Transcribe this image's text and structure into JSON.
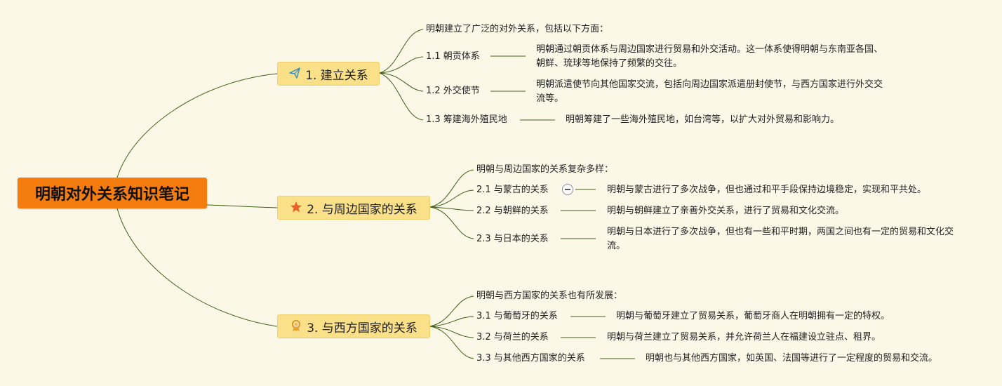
{
  "root": {
    "label": "明朝对外关系知识笔记"
  },
  "branches": [
    {
      "icon": "paper-plane-icon",
      "label": "1. 建立关系",
      "intro": "明朝建立了广泛的对外关系，包括以下方面：",
      "items": [
        {
          "label": "1.1 朝贡体系",
          "detail": "明朝通过朝贡体系与周边国家进行贸易和外交活动。这一体系使得明朝与东南亚各国、朝鲜、琉球等地保持了频繁的交往。"
        },
        {
          "label": "1.2 外交使节",
          "detail": "明朝派遣使节向其他国家交流，包括向周边国家派遣册封使节，与西方国家进行外交交流等。"
        },
        {
          "label": "1.3 筹建海外殖民地",
          "detail": "明朝筹建了一些海外殖民地，如台湾等，以扩大对外贸易和影响力。"
        }
      ]
    },
    {
      "icon": "star-icon",
      "label": "2. 与周边国家的关系",
      "intro": "明朝与周边国家的关系复杂多样：",
      "items": [
        {
          "label": "2.1 与蒙古的关系",
          "detail": "明朝与蒙古进行了多次战争，但也通过和平手段保持边境稳定，实现和平共处。"
        },
        {
          "label": "2.2 与朝鲜的关系",
          "detail": "明朝与朝鲜建立了亲善外交关系，进行了贸易和文化交流。"
        },
        {
          "label": "2.3 与日本的关系",
          "detail": "明朝与日本进行了多次战争，但也有一些和平时期，两国之间也有一定的贸易和文化交流。"
        }
      ]
    },
    {
      "icon": "award-medal-icon",
      "label": "3. 与西方国家的关系",
      "intro": "明朝与西方国家的关系也有所发展：",
      "items": [
        {
          "label": "3.1 与葡萄牙的关系",
          "detail": "明朝与葡萄牙建立了贸易关系，葡萄牙商人在明朝拥有一定的特权。"
        },
        {
          "label": "3.2 与荷兰的关系",
          "detail": "明朝与荷兰建立了贸易关系，并允许荷兰人在福建设立驻点、租界。"
        },
        {
          "label": "3.3 与其他西方国家的关系",
          "detail": "明朝也与其他西方国家，如英国、法国等进行了一定程度的贸易和交流。"
        }
      ]
    }
  ],
  "colors": {
    "root": "#f57c0f",
    "branch": "#fbe08a",
    "link": "#3e5e14",
    "background": "#fcf8e8"
  }
}
